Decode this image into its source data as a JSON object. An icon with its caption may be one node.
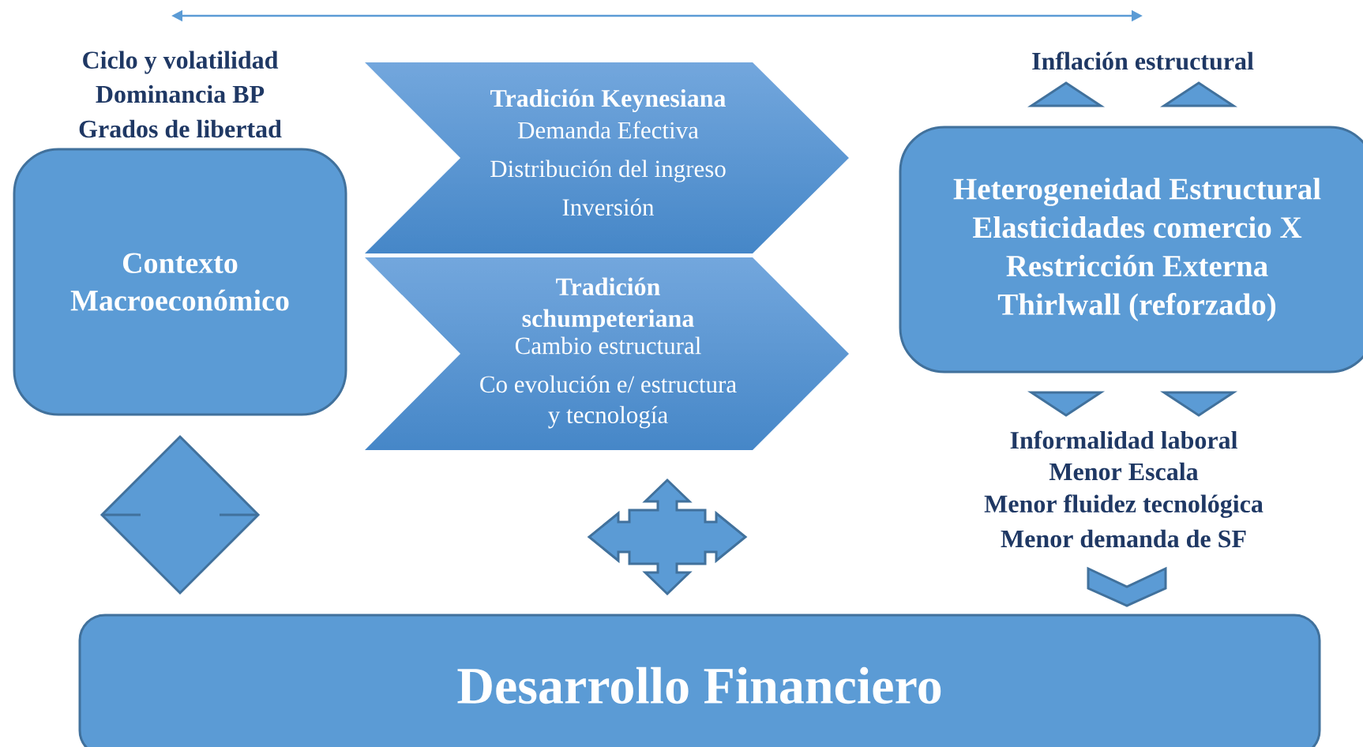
{
  "diagram": {
    "nodes": [
      {
        "text": [
          "Contexto Macroeconómico"
        ],
        "beside": [
          "Ciclo y volatilidad",
          "Dominancia BP",
          "Grados de libertad"
        ]
      },
      {
        "text": [
          "Tradición Keynesiana",
          "Demanda Efectiva",
          "Distribución del ingreso",
          "Inversión"
        ]
      },
      {
        "text": [
          "Tradición schumpeteriana",
          "Cambio estructural",
          "Co evolución e/ estructura y tecnología"
        ]
      },
      {
        "text": [
          "Heterogeneidad Estructural",
          "Elasticidades comercio X",
          "Restricción Externa",
          "Thirlwall (reforzado)"
        ]
      },
      {
        "text": [
          "Desarrollo Financiero"
        ]
      }
    ],
    "labels": [
      "Inflación estructural",
      "Informalidad laboral",
      "Menor Escala",
      "Menor fluidez tecnológica",
      "Menor demanda de SF"
    ]
  }
}
